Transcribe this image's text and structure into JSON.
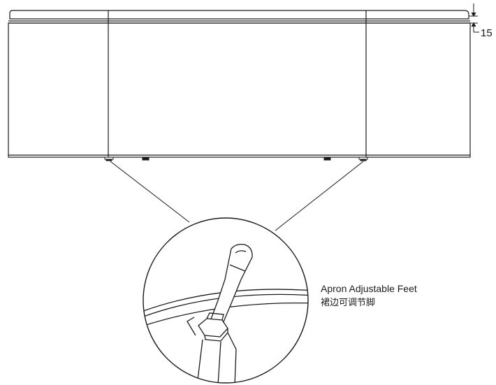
{
  "dimension": {
    "value": "15"
  },
  "callout": {
    "label_en": "Apron Adjustable Feet",
    "label_cn": "裙边可调节脚"
  },
  "colors": {
    "line": "#1a1a1a",
    "background": "#ffffff"
  }
}
